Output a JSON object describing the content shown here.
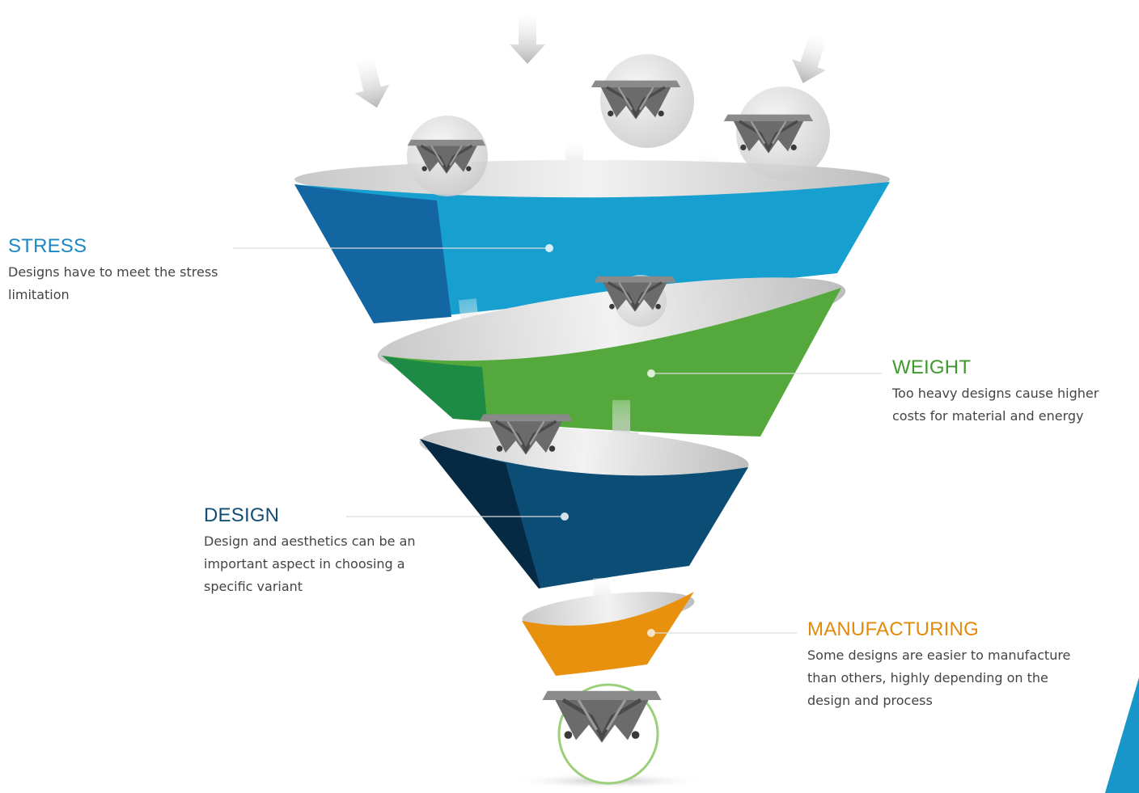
{
  "colors": {
    "stress": "#1a8fc6",
    "weight": "#4fa638",
    "design": "#164f73",
    "manufacturing": "#e8910f",
    "result_ring": "#9ccf7a"
  },
  "stages": [
    {
      "id": "stress",
      "title": "STRESS",
      "description": "Designs have to meet the stress limitation",
      "desc_lines": [
        "Designs have to meet the stress",
        "limitation"
      ]
    },
    {
      "id": "weight",
      "title": "WEIGHT",
      "description": "Too heavy designs cause higher costs for material and energy",
      "desc_lines": [
        "Too heavy designs cause higher",
        "costs for material and energy"
      ]
    },
    {
      "id": "design",
      "title": "DESIGN",
      "description": "Design and aesthetics can be an important aspect in choosing a specific variant",
      "desc_lines": [
        "Design and aesthetics can be an",
        "important aspect in choosing a",
        "specific variant"
      ]
    },
    {
      "id": "manufacturing",
      "title": "MANUFACTURING",
      "description": "Some designs are easier to manufacture than others, highly depending on the design and process",
      "desc_lines": [
        "Some designs are easier to manufacture",
        "than others, highly depending on the",
        "design and process"
      ]
    }
  ],
  "icons": [
    "down-arrow-icon",
    "bracket-part-icon",
    "callout-dot-icon"
  ]
}
